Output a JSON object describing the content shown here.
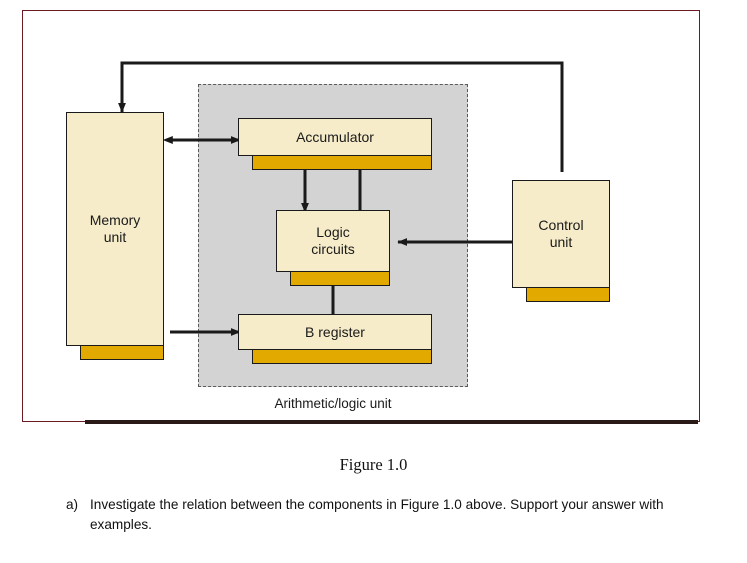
{
  "figure": {
    "caption": "Figure 1.0",
    "alu_label": "Arithmetic/logic unit",
    "frame_color": "#6d1b22",
    "alu_fill": "#d3d3d3",
    "box_face_color": "#f6ecc9",
    "box_side_color": "#e2a900",
    "line_color": "#1a1a1a",
    "blocks": [
      {
        "id": "memory-unit",
        "label": "Memory\nunit",
        "line1": "Memory",
        "line2": "unit"
      },
      {
        "id": "accumulator",
        "label": "Accumulator",
        "line1": "Accumulator",
        "line2": ""
      },
      {
        "id": "logic-circuits",
        "label": "Logic\ncircuits",
        "line1": "Logic",
        "line2": "circuits"
      },
      {
        "id": "b-register",
        "label": "B register",
        "line1": "B register",
        "line2": ""
      },
      {
        "id": "control-unit",
        "label": "Control\nunit",
        "line1": "Control",
        "line2": "unit"
      }
    ],
    "connections": [
      {
        "from": "control-unit",
        "to": "memory-unit",
        "style": "feedback-top",
        "arrow": "single"
      },
      {
        "from": "memory-unit",
        "to": "accumulator",
        "style": "horizontal",
        "arrow": "double"
      },
      {
        "from": "memory-unit",
        "to": "b-register",
        "style": "horizontal",
        "arrow": "single"
      },
      {
        "from": "accumulator",
        "to": "logic-circuits",
        "style": "vertical",
        "arrow": "single"
      },
      {
        "from": "logic-circuits",
        "to": "accumulator",
        "style": "vertical",
        "arrow": "single"
      },
      {
        "from": "b-register",
        "to": "logic-circuits",
        "style": "vertical",
        "arrow": "single"
      },
      {
        "from": "control-unit",
        "to": "logic-circuits",
        "style": "horizontal",
        "arrow": "single"
      }
    ]
  },
  "question": {
    "marker": "a)",
    "text": "Investigate the relation between the components in Figure 1.0 above. Support your answer with examples."
  }
}
